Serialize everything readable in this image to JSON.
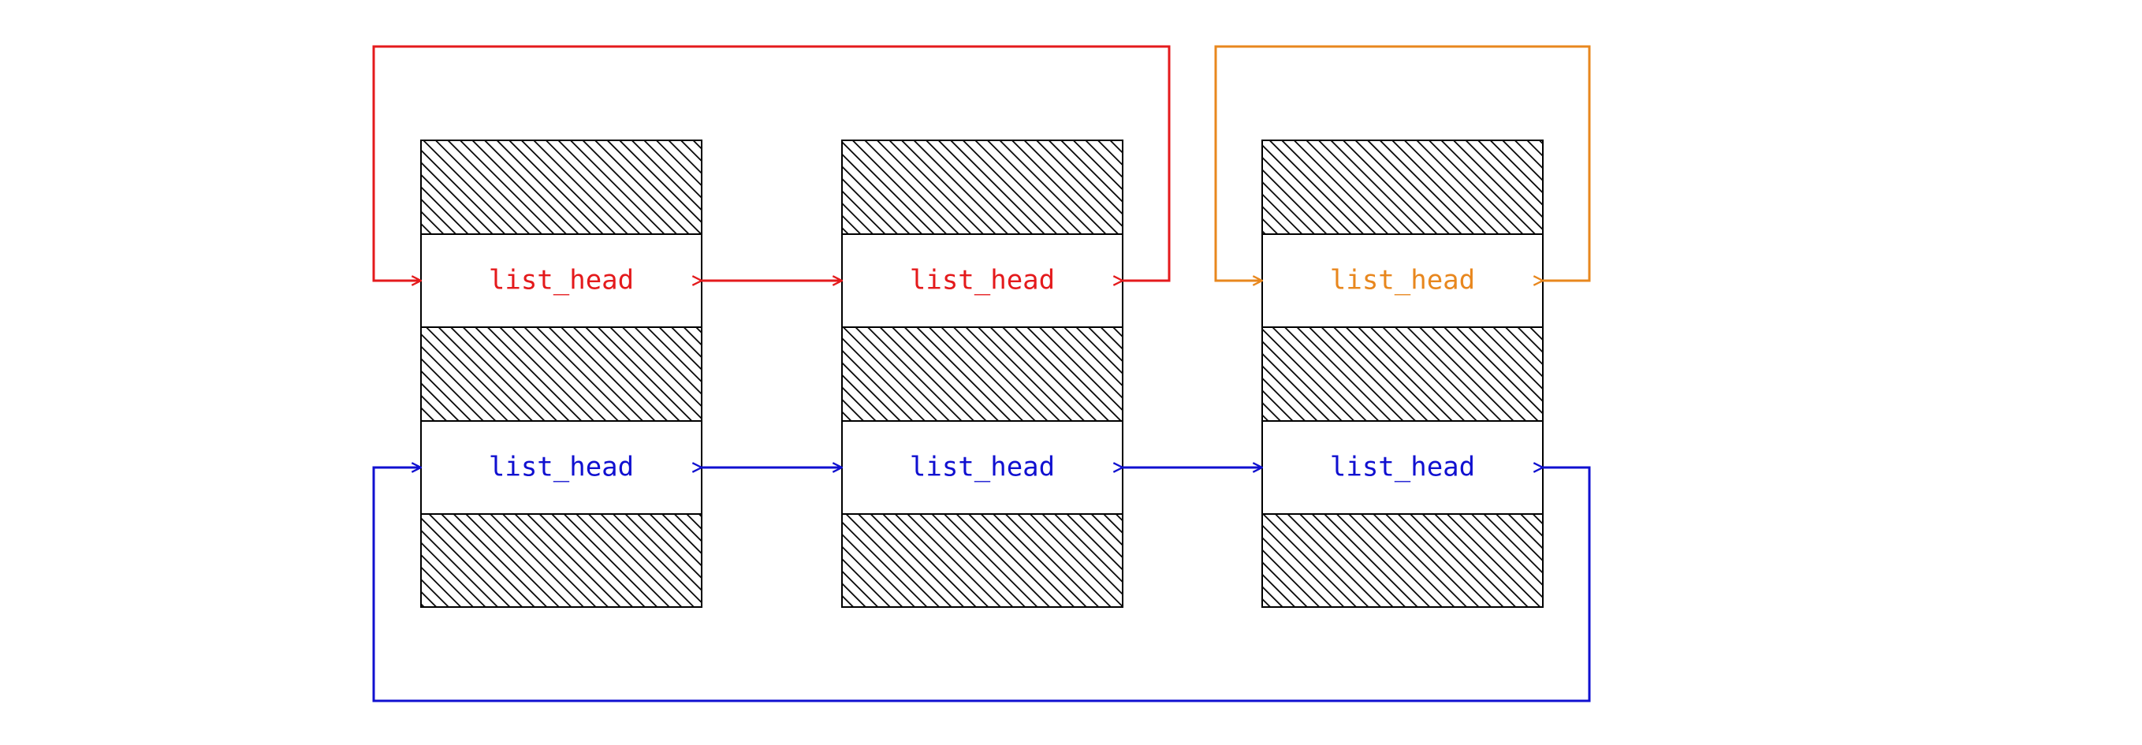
{
  "diagram": {
    "nodes": [
      {
        "id": "node-1",
        "top_label": "list_head",
        "bottom_label": "list_head"
      },
      {
        "id": "node-2",
        "top_label": "list_head",
        "bottom_label": "list_head"
      },
      {
        "id": "node-3",
        "top_label": "list_head",
        "bottom_label": "list_head"
      }
    ],
    "lists": [
      {
        "id": "red-list",
        "color": "#e41a1c",
        "cells": [
          "node-1.top",
          "node-2.top"
        ]
      },
      {
        "id": "orange-list",
        "color": "#e8871e",
        "cells": [
          "node-3.top"
        ]
      },
      {
        "id": "blue-list",
        "color": "#1010d0",
        "cells": [
          "node-1.bottom",
          "node-2.bottom",
          "node-3.bottom"
        ]
      }
    ]
  }
}
